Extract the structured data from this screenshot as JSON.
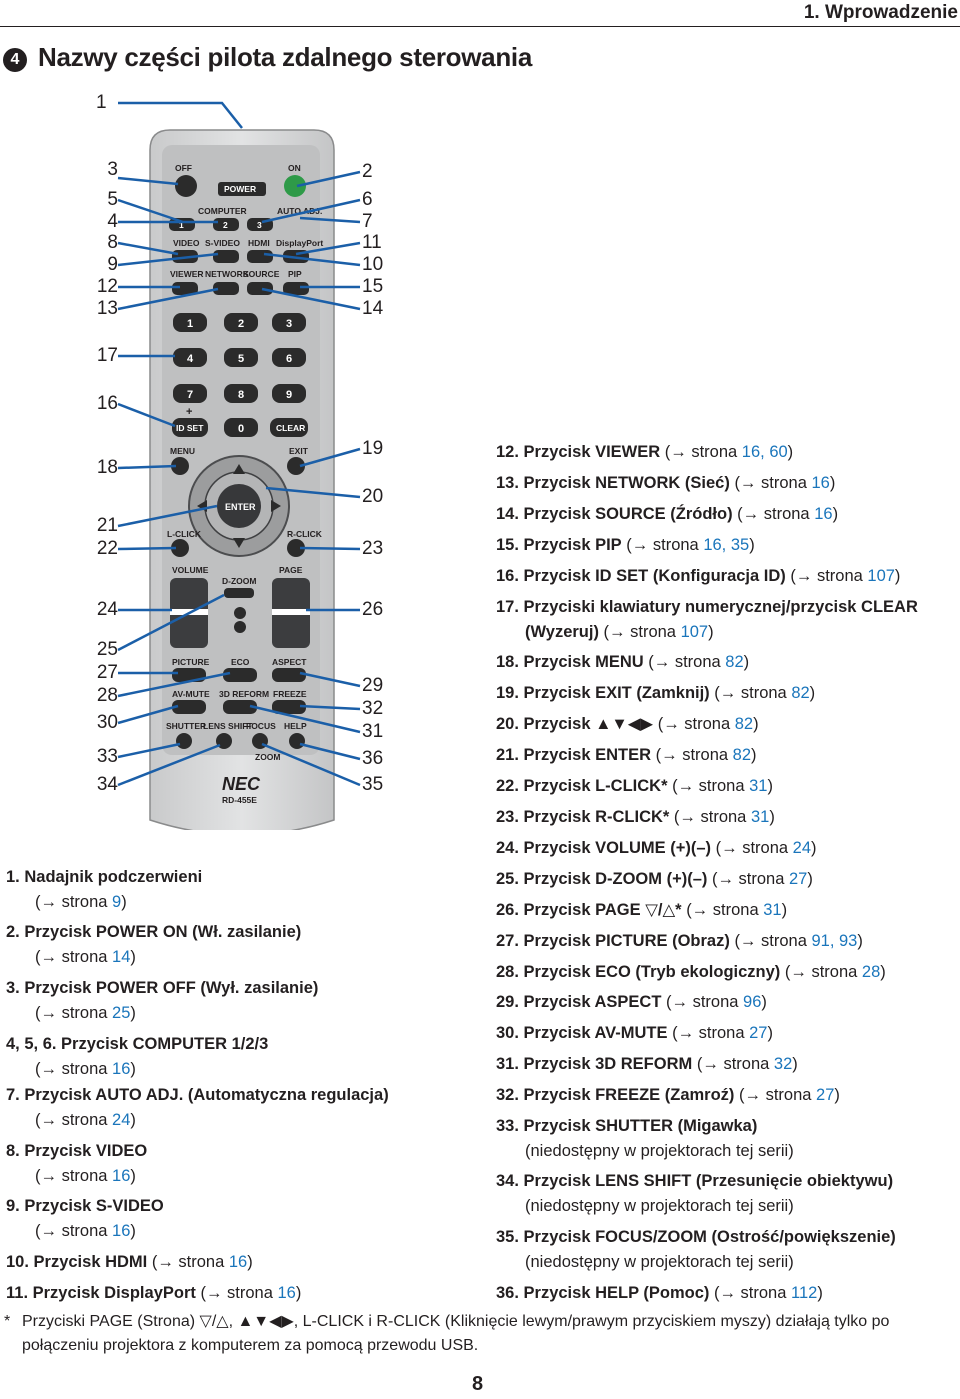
{
  "header": {
    "chapter": "1. Wprowadzenie"
  },
  "section": {
    "number": "4",
    "title": "Nazwy części pilota zdalnego sterowania"
  },
  "remote": {
    "buttons": {
      "off": "OFF",
      "on": "ON",
      "power": "POWER",
      "computer": "COMPUTER",
      "auto_adj": "AUTO ADJ.",
      "c1": "1",
      "c2": "2",
      "c3": "3",
      "video": "VIDEO",
      "svideo": "S-VIDEO",
      "hdmi": "HDMI",
      "displayport": "DisplayPort",
      "viewer": "VIEWER",
      "network": "NETWORK",
      "source": "SOURCE",
      "pip": "PIP",
      "n1": "1",
      "n2": "2",
      "n3": "3",
      "n4": "4",
      "n5": "5",
      "n6": "6",
      "n7": "7",
      "n8": "8",
      "n9": "9",
      "plus": "+",
      "id_set": "ID SET",
      "n0": "0",
      "clear": "CLEAR",
      "menu": "MENU",
      "exit": "EXIT",
      "enter": "ENTER",
      "lclick": "L-CLICK",
      "rclick": "R-CLICK",
      "volume": "VOLUME",
      "dzoom": "D-ZOOM",
      "page": "PAGE",
      "picture": "PICTURE",
      "eco": "ECO",
      "aspect": "ASPECT",
      "avmute": "AV-MUTE",
      "reform3d": "3D REFORM",
      "freeze": "FREEZE",
      "shutter": "SHUTTER",
      "lensshift": "LENS SHIFT",
      "focus": "FOCUS",
      "help": "HELP",
      "zoom": "ZOOM",
      "brand": "NEC",
      "model": "RD-455E"
    }
  },
  "callouts": {
    "top": "1",
    "left": [
      "3",
      "5",
      "4",
      "8",
      "9",
      "12",
      "13",
      "17",
      "16",
      "18",
      "21",
      "22",
      "24",
      "25",
      "27",
      "28",
      "30",
      "33",
      "34"
    ],
    "right": [
      "2",
      "6",
      "7",
      "11",
      "10",
      "15",
      "14",
      "19",
      "20",
      "23",
      "26",
      "29",
      "32",
      "31",
      "36",
      "35"
    ]
  },
  "left_list": [
    {
      "num": "1.",
      "name": "Nadajnik podczerwieni",
      "ref_pre": "(→ strona ",
      "pages": "9",
      "ref_post": ")"
    },
    {
      "num": "2.",
      "name": "Przycisk POWER ON (Wł. zasilanie)",
      "ref_pre": "(→ strona ",
      "pages": "14",
      "ref_post": ")"
    },
    {
      "num": "3.",
      "name": "Przycisk POWER OFF (Wył. zasilanie)",
      "ref_pre": "(→ strona ",
      "pages": "25",
      "ref_post": ")"
    },
    {
      "num": "4, 5, 6.",
      "name": "Przycisk COMPUTER 1/2/3",
      "ref_pre": "(→ strona ",
      "pages": "16",
      "ref_post": ")"
    },
    {
      "num": "7.",
      "name": "Przycisk AUTO ADJ. (Automatyczna regulacja)",
      "ref_pre": "(→ strona ",
      "pages": "24",
      "ref_post": ")"
    },
    {
      "num": "8.",
      "name": "Przycisk VIDEO",
      "ref_pre": "(→ strona ",
      "pages": "16",
      "ref_post": ")"
    },
    {
      "num": "9.",
      "name": "Przycisk S-VIDEO",
      "ref_pre": "(→ strona ",
      "pages": "16",
      "ref_post": ")"
    },
    {
      "num": "10.",
      "name": "Przycisk HDMI",
      "ref_pre": "(→ strona ",
      "pages": "16",
      "ref_post": ")"
    },
    {
      "num": "11.",
      "name": "Przycisk DisplayPort",
      "ref_pre": "(→ strona ",
      "pages": "16",
      "ref_post": ")"
    }
  ],
  "right_list": [
    {
      "num": "12.",
      "name": "Przycisk VIEWER",
      "ref_pre": "(→ strona ",
      "pages": "16, 60",
      "ref_post": ")"
    },
    {
      "num": "13.",
      "name": "Przycisk NETWORK (Sieć)",
      "ref_pre": "(→ strona ",
      "pages": "16",
      "ref_post": ")"
    },
    {
      "num": "14.",
      "name": "Przycisk SOURCE (Źródło)",
      "ref_pre": "(→ strona ",
      "pages": "16",
      "ref_post": ")"
    },
    {
      "num": "15.",
      "name": "Przycisk PIP",
      "ref_pre": "(→ strona ",
      "pages": "16, 35",
      "ref_post": ")"
    },
    {
      "num": "16.",
      "name": "Przycisk ID SET (Konfiguracja ID)",
      "ref_pre": "(→ strona ",
      "pages": "107",
      "ref_post": ")"
    },
    {
      "num": "17.",
      "name": "Przyciski klawiatury numerycznej/przycisk CLEAR",
      "name2": "(Wyzeruj)",
      "ref_pre": "(→ strona ",
      "pages": "107",
      "ref_post": ")"
    },
    {
      "num": "18.",
      "name": "Przycisk MENU",
      "ref_pre": "(→ strona ",
      "pages": "82",
      "ref_post": ")"
    },
    {
      "num": "19.",
      "name": "Przycisk EXIT (Zamknij)",
      "ref_pre": "(→ strona ",
      "pages": "82",
      "ref_post": ")"
    },
    {
      "num": "20.",
      "name": "Przycisk ▲▼◀▶",
      "ref_pre": "(→ strona ",
      "pages": "82",
      "ref_post": ")"
    },
    {
      "num": "21.",
      "name": "Przycisk ENTER",
      "ref_pre": "(→ strona ",
      "pages": "82",
      "ref_post": ")"
    },
    {
      "num": "22.",
      "name": "Przycisk L-CLICK*",
      "ref_pre": "(→ strona ",
      "pages": "31",
      "ref_post": ")"
    },
    {
      "num": "23.",
      "name": "Przycisk R-CLICK*",
      "ref_pre": "(→ strona ",
      "pages": "31",
      "ref_post": ")"
    },
    {
      "num": "24.",
      "name": "Przycisk VOLUME (+)(–)",
      "ref_pre": "(→ strona ",
      "pages": "24",
      "ref_post": ")"
    },
    {
      "num": "25.",
      "name": "Przycisk D-ZOOM (+)(–)",
      "ref_pre": "(→ strona ",
      "pages": "27",
      "ref_post": ")"
    },
    {
      "num": "26.",
      "name": "Przycisk PAGE ▽/△*",
      "ref_pre": "(→ strona ",
      "pages": "31",
      "ref_post": ")"
    },
    {
      "num": "27.",
      "name": "Przycisk PICTURE (Obraz)",
      "ref_pre": "(→ strona ",
      "pages": "91, 93",
      "ref_post": ")"
    },
    {
      "num": "28.",
      "name": "Przycisk ECO (Tryb ekologiczny)",
      "ref_pre": "(→ strona ",
      "pages": "28",
      "ref_post": ")"
    },
    {
      "num": "29.",
      "name": "Przycisk ASPECT",
      "ref_pre": "(→ strona ",
      "pages": "96",
      "ref_post": ")"
    },
    {
      "num": "30.",
      "name": "Przycisk AV-MUTE",
      "ref_pre": "(→ strona ",
      "pages": "27",
      "ref_post": ")"
    },
    {
      "num": "31.",
      "name": "Przycisk 3D REFORM",
      "ref_pre": "(→ strona ",
      "pages": "32",
      "ref_post": ")"
    },
    {
      "num": "32.",
      "name": "Przycisk FREEZE (Zamroź)",
      "ref_pre": "(→ strona ",
      "pages": "27",
      "ref_post": ")"
    },
    {
      "num": "33.",
      "name": "Przycisk SHUTTER (Migawka)",
      "note": "(niedostępny w projektorach tej serii)"
    },
    {
      "num": "34.",
      "name": "Przycisk LENS SHIFT (Przesunięcie obiektywu)",
      "note": "(niedostępny w projektorach tej serii)"
    },
    {
      "num": "35.",
      "name": "Przycisk FOCUS/ZOOM (Ostrość/powiększenie)",
      "note": "(niedostępny w projektorach tej serii)"
    },
    {
      "num": "36.",
      "name": "Przycisk HELP (Pomoc)",
      "ref_pre": "(→ strona ",
      "pages": "112",
      "ref_post": ")"
    }
  ],
  "footnote": {
    "marker": "*",
    "line1": "Przyciski PAGE (Strona) ▽/△, ▲▼◀▶, L-CLICK i R-CLICK (Kliknięcie lewym/prawym przyciskiem myszy) działają tylko po",
    "line2": "połączeniu projektora z komputerem za pomocą przewodu USB."
  },
  "page_number": "8",
  "colors": {
    "text": "#231f20",
    "link": "#1a75bb",
    "callout_line": "#1b5fa8",
    "remote_body": "#d7d8d9",
    "power_on": "#2e9a48"
  }
}
